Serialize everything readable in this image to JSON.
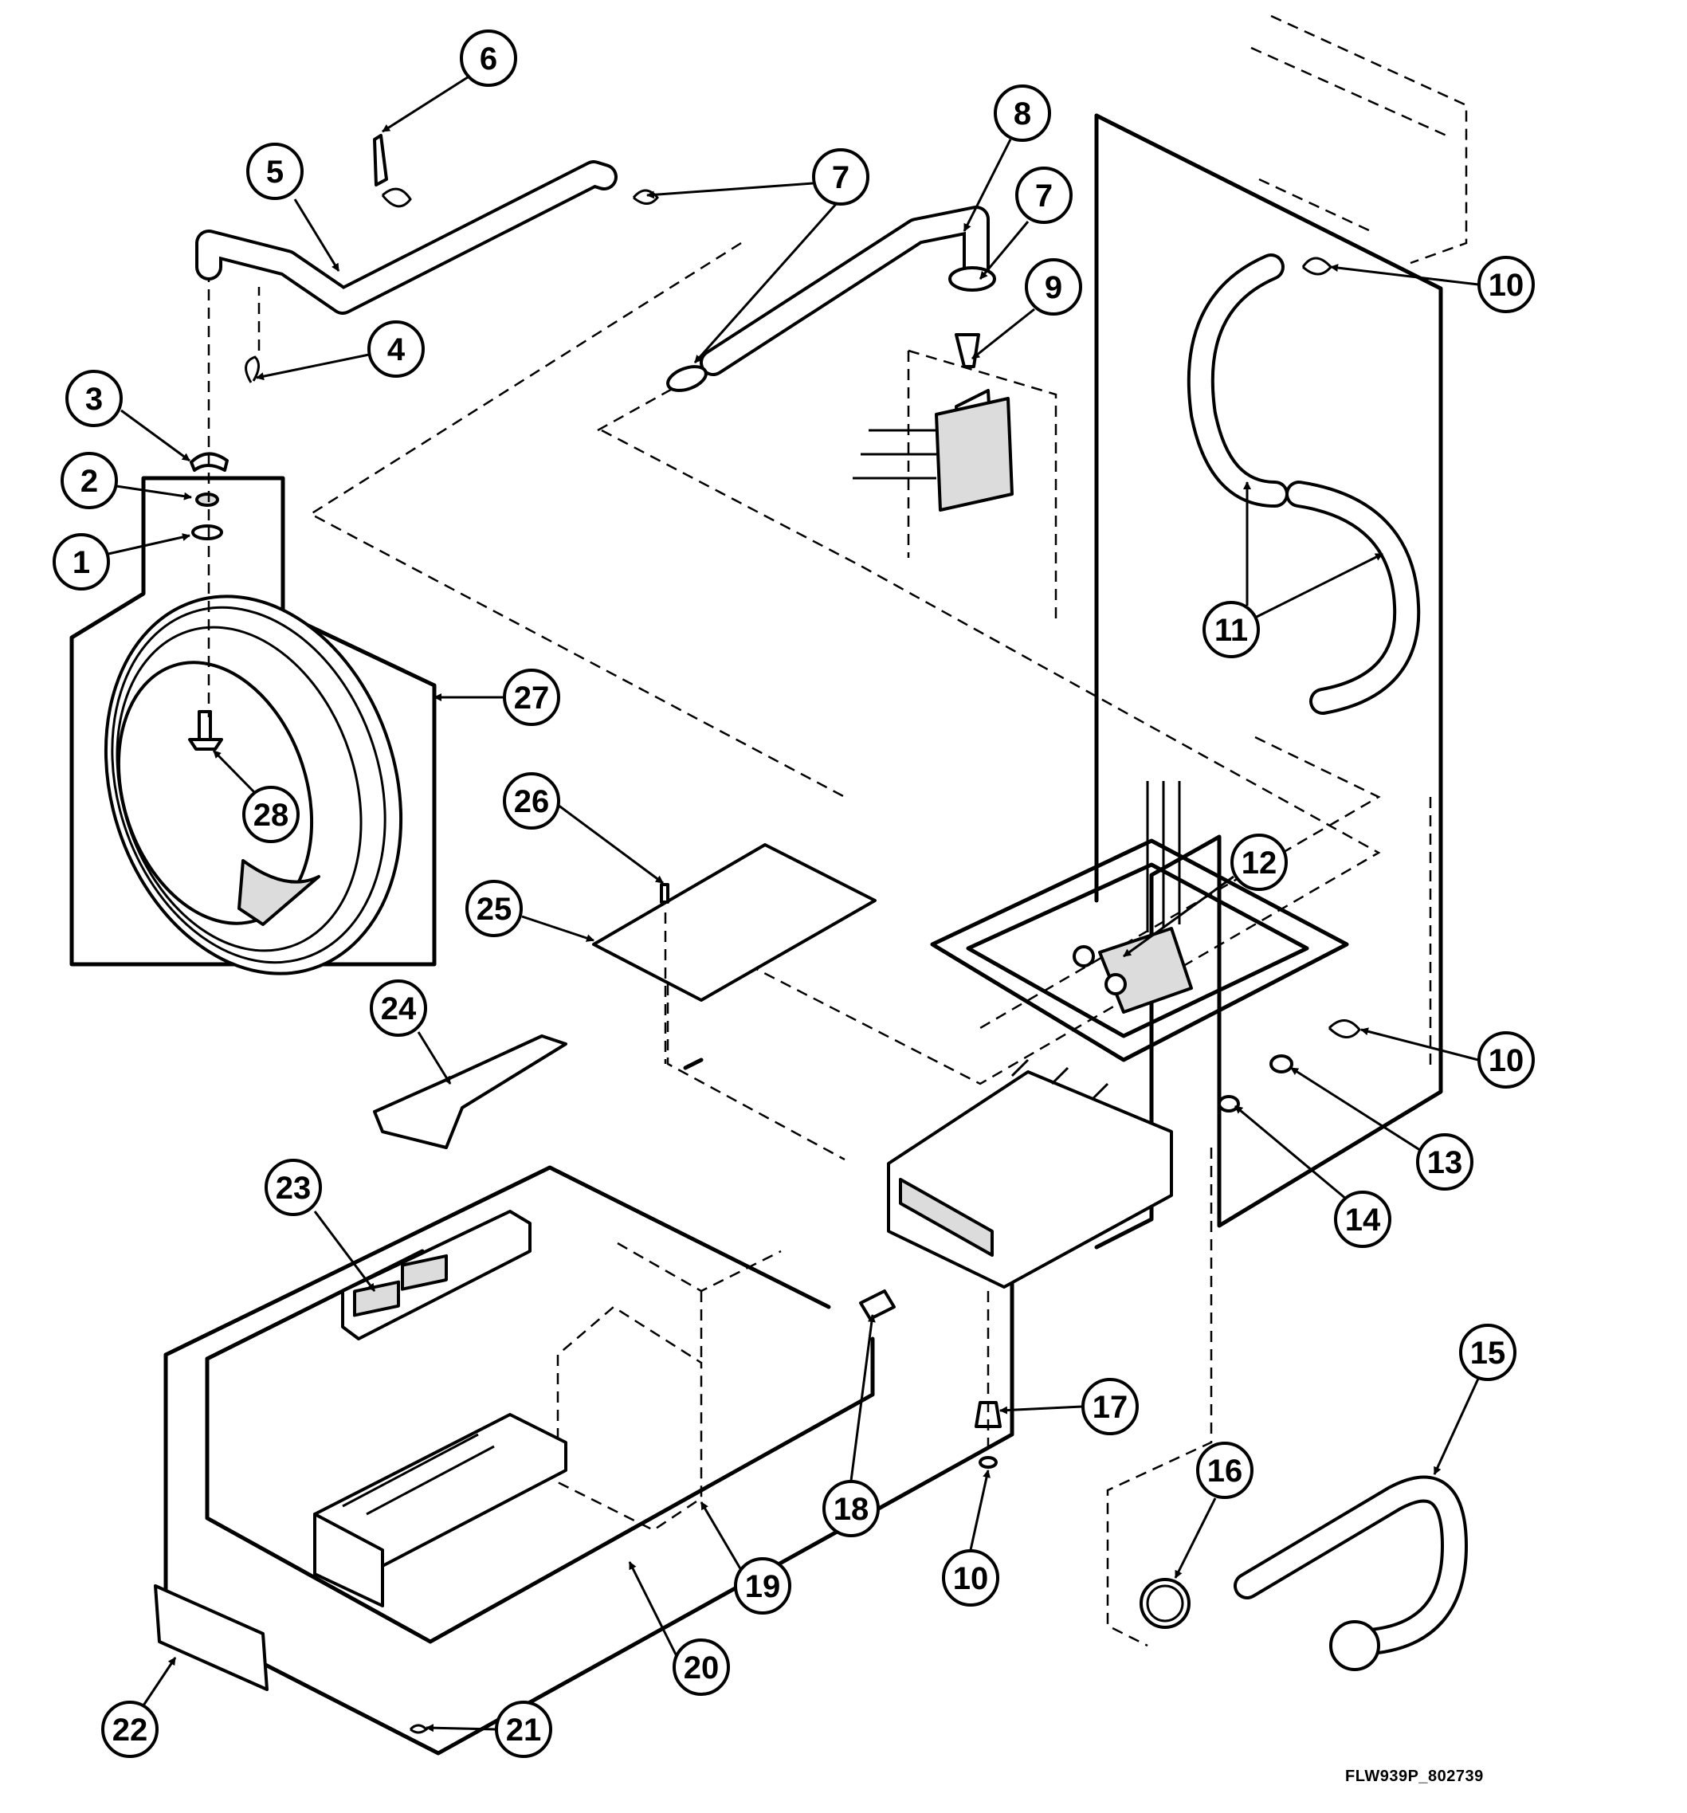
{
  "diagram_code": "FLW939P_802739",
  "callouts": [
    {
      "label": "1"
    },
    {
      "label": "2"
    },
    {
      "label": "3"
    },
    {
      "label": "4"
    },
    {
      "label": "5"
    },
    {
      "label": "6"
    },
    {
      "label": "7"
    },
    {
      "label": "7"
    },
    {
      "label": "8"
    },
    {
      "label": "9"
    },
    {
      "label": "10"
    },
    {
      "label": "11"
    },
    {
      "label": "12"
    },
    {
      "label": "10"
    },
    {
      "label": "13"
    },
    {
      "label": "14"
    },
    {
      "label": "15"
    },
    {
      "label": "16"
    },
    {
      "label": "17"
    },
    {
      "label": "18"
    },
    {
      "label": "10"
    },
    {
      "label": "19"
    },
    {
      "label": "20"
    },
    {
      "label": "21"
    },
    {
      "label": "22"
    },
    {
      "label": "23"
    },
    {
      "label": "24"
    },
    {
      "label": "25"
    },
    {
      "label": "26"
    },
    {
      "label": "27"
    },
    {
      "label": "28"
    }
  ]
}
